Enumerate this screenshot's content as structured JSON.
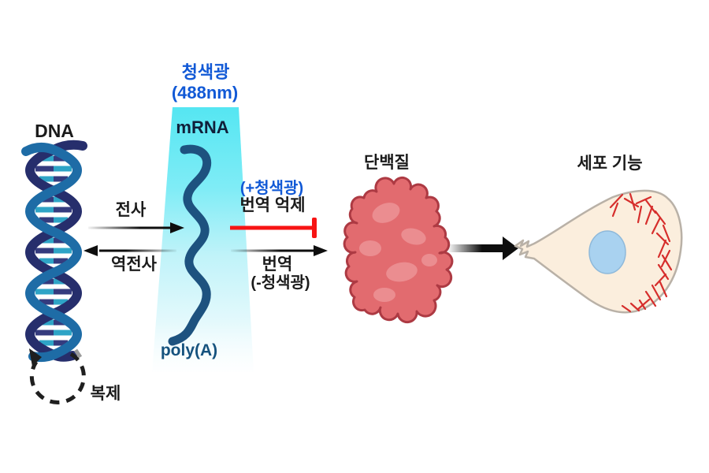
{
  "labels": {
    "dna": "DNA",
    "blue_light": "청색광",
    "blue_light_wavelength": "(488nm)",
    "mrna": "mRNA",
    "poly_a": "poly(A)",
    "transcription": "전사",
    "reverse_transcription": "역전사",
    "blue_light_on": "(+청색광)",
    "translation_inhibition": "번역 억제",
    "translation": "번역",
    "blue_light_off": "(-청색광)",
    "replication": "복제",
    "protein": "단백질",
    "cell_function": "세포 기능"
  },
  "colors": {
    "blue_text": "#1159d6",
    "dark_text": "#1b1b1b",
    "poly_a_text": "#15527e",
    "mrna_text": "#101f3a",
    "beam_cyan": "#55e6f2",
    "mrna_strand": "#1d527f",
    "dna_strand_navy": "#262e6c",
    "dna_strand_blue": "#1e6ca6",
    "dna_rung_teal": "#2ea4c6",
    "dna_rung_navy": "#343b7e",
    "inhibit_red": "#f71414",
    "arrow_black": "#0e0e0e",
    "protein_fill": "#e26b6f",
    "protein_outline": "#ad3a43",
    "protein_patch": "#ec9396",
    "cell_fill": "#fbeedd",
    "cell_outline": "#b9b1a7",
    "nucleus_fill": "#a9d2f0",
    "nucleus_outline": "#8fb9da",
    "filament_red": "#d62e2c",
    "replication_dash": "#1f1f1f",
    "gray_dash": "#9a9a9a"
  }
}
